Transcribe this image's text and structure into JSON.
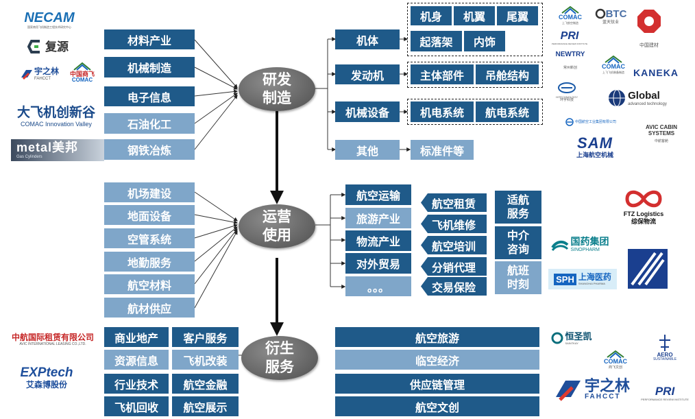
{
  "hubs": {
    "rd": {
      "line1": "研发",
      "line2": "制造"
    },
    "ops": {
      "line1": "运营",
      "line2": "使用"
    },
    "deriv": {
      "line1": "衍生",
      "line2": "服务"
    }
  },
  "rd_left": [
    "材料产业",
    "机械制造",
    "电子信息",
    "石油化工",
    "钢铁冶炼"
  ],
  "rd_right": {
    "airframe": {
      "label": "机体",
      "parts": [
        "机身",
        "机翼",
        "尾翼",
        "起落架",
        "内饰"
      ]
    },
    "engine": {
      "label": "发动机",
      "parts": [
        "主体部件",
        "吊舱结构"
      ]
    },
    "equipment": {
      "label": "机械设备",
      "parts": [
        "机电系统",
        "航电系统"
      ]
    },
    "other": {
      "label": "其他",
      "parts": [
        "标准件等"
      ]
    }
  },
  "ops_left": [
    "机场建设",
    "地面设备",
    "空管系统",
    "地勤服务",
    "航空材料",
    "航材供应"
  ],
  "ops_right": {
    "sectors": [
      "航空运输",
      "旅游产业",
      "物流产业",
      "对外贸易",
      "。。。"
    ],
    "services": [
      "航空租赁",
      "飞机维修",
      "航空培训",
      "分销代理",
      "交易保险"
    ],
    "advisory": [
      "适航\n服务",
      "中介\n咨询",
      "航班\n时刻"
    ]
  },
  "deriv_left": [
    [
      "商业地产",
      "客户服务"
    ],
    [
      "资源信息",
      "飞机改装"
    ],
    [
      "行业技术",
      "航空金融"
    ],
    [
      "飞机回收",
      "航空展示"
    ]
  ],
  "deriv_right": [
    "航空旅游",
    "临空经济",
    "供应链管理",
    "航空文创"
  ],
  "logos": {
    "necam": {
      "main": "NECAM",
      "sub": "国家商用飞机制造工程技术研究中心"
    },
    "fuyuan": {
      "main": "复源"
    },
    "yuzhilin": {
      "main": "宇之林",
      "sub": "FAHCCT"
    },
    "comac_cn": {
      "main": "中国商飞",
      "sub": "COMAC"
    },
    "innov": {
      "main": "大飞机创新谷",
      "sub": "COMAC Innovation Valley"
    },
    "metal": {
      "main": "metal美邦",
      "sub": "Gas Cylinders"
    },
    "comac_sh": {
      "main": "COMAC",
      "sub": "上飞航空制造"
    },
    "btc": {
      "main": "BTC",
      "sub": "蓝天钛业"
    },
    "cnbm": {
      "sub": "中国建材"
    },
    "pri": {
      "main": "PRI",
      "sub": "PERFORMANCE REVIEW INSTITUTE"
    },
    "newtry": {
      "main": "NEWTRY",
      "sub": "常州新创"
    },
    "comac_avc": {
      "main": "COMAC",
      "sub": "上飞飞机装备制造"
    },
    "kaneka": {
      "main": "KANEKA"
    },
    "hitech": {
      "main": "HITECHNOLOGY",
      "sub": "环宇科技"
    },
    "global": {
      "main": "Global",
      "sub": "advanced technology"
    },
    "avic": {
      "main": "中国航空工业集团有限公司"
    },
    "avic_cabin": {
      "main": "AVIC CABIN SYSTEMS",
      "sub": "中航客舱"
    },
    "sam": {
      "main": "SAM",
      "sub": "上海航空机械"
    },
    "ftz": {
      "main": "FTZ Logistics",
      "sub": "综保物流"
    },
    "sinopharm": {
      "main": "国药集团",
      "sub": "SINOPHARM"
    },
    "sph": {
      "main": "上海医药",
      "sub": "SHANGHAI PHARMA"
    },
    "avic_leasing": {
      "main": "中航国际租赁有限公司",
      "sub": "AVIC INTERNATIONAL LEASING CO.,LTD."
    },
    "exptech": {
      "main": "EXPtech",
      "sub": "艾森博股份"
    },
    "saintkay": {
      "main": "恒圣凯",
      "sub": "SAINTKAY"
    },
    "aero": {
      "main": "AERO",
      "sub": "SUSTAINABLE"
    },
    "comac_wc": {
      "main": "COMAC",
      "sub": "商飞文创"
    },
    "yuzhilin2": {
      "main": "宇之林",
      "sub": "FAHCCT"
    },
    "pri2": {
      "main": "PRI",
      "sub": "PERFORMANCE REVIEW INSTITUTE"
    }
  },
  "colors": {
    "dark": "#1f5a89",
    "light": "#7fa6c9",
    "hub": "#6a6a6a"
  }
}
